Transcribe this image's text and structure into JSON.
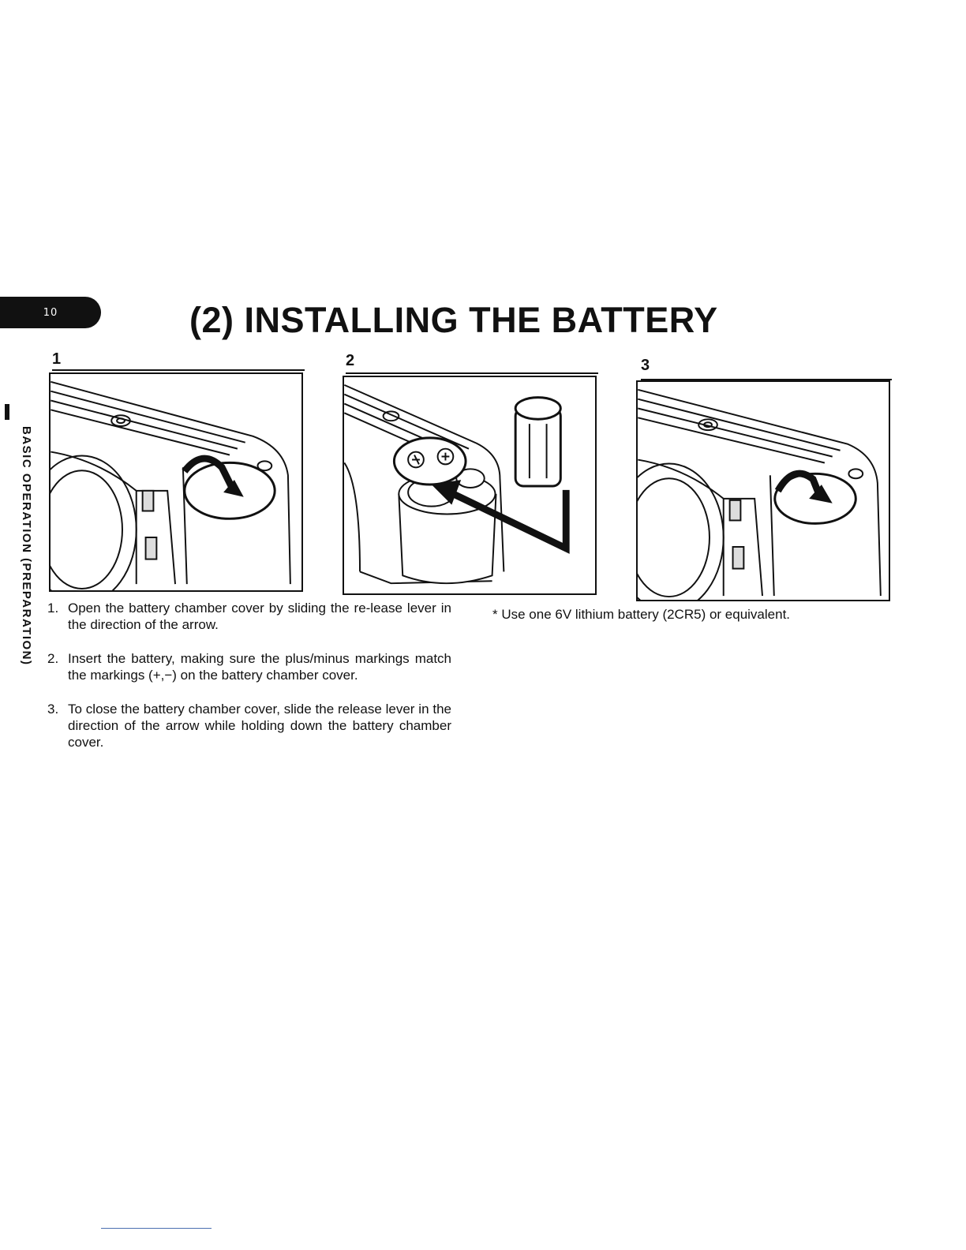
{
  "page": {
    "number": "10",
    "title": "(2) INSTALLING THE BATTERY",
    "section_label": "BASIC OPERATION (PREPARATION)"
  },
  "figures": [
    {
      "number": "1",
      "icon": "camera-top-open-cover-illustration"
    },
    {
      "number": "2",
      "icon": "battery-insertion-illustration"
    },
    {
      "number": "3",
      "icon": "camera-top-close-cover-illustration"
    }
  ],
  "steps": [
    {
      "num": "1.",
      "text": "Open the battery chamber cover by sliding the re-lease lever in the direction of the arrow."
    },
    {
      "num": "2.",
      "text": "Insert the battery, making sure the plus/minus markings match the markings (+,−) on the battery chamber cover."
    },
    {
      "num": "3.",
      "text": "To close the battery chamber cover, slide the release lever in the direction of the arrow while holding down the battery chamber cover."
    }
  ],
  "note": "* Use one 6V lithium battery (2CR5) or equivalent."
}
